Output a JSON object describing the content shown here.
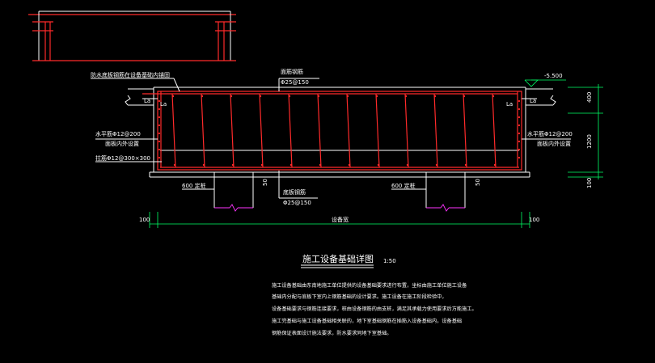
{
  "labels": {
    "waterproof_top": "防水底板钢筋在设备基础内锚固",
    "top_rebar_title": "面筋钢筋",
    "top_rebar_spec": "Φ25@150",
    "elevation": "-5.500",
    "la_left_outer": "La",
    "la_left_inner": "La",
    "la_right_outer": "La",
    "la_right_inner": "La",
    "horiz_rebar_left_1": "水平筋Φ12@200",
    "horiz_rebar_left_2": "面板内外设置",
    "horiz_rebar_right_1": "水平筋Φ12@200",
    "horiz_rebar_right_2": "面板内外设置",
    "stirrup_left": "拉筋Φ12@300×300",
    "pile_left": "600 定桩",
    "pile_right": "600 定桩",
    "bottom_rebar_title": "底板钢筋",
    "bottom_rebar_spec": "Φ25@150",
    "dim_left_100": "100",
    "dim_right_100": "100",
    "dim_width": "设备宽",
    "dim_50_left": "50",
    "dim_50_right": "50",
    "dim_400": "400",
    "dim_1200": "1200",
    "dim_100_v": "100",
    "drawing_title": "施工设备基础详图",
    "scale": "1:50"
  },
  "notes": [
    "施工设备基础由东南地施工单位提供的设备基础要求进行布置，坐标由施工单位施工设备",
    "基础内分配与底板下室内上钢筋基础的设计要求。施工设备在施工阶段检验中，",
    "设备基础要求与钢筋连接要求，桩由设备钢筋的由支桩，满足其承载力使用要求后方能施工。",
    "施工完基础与施工设备基础相关联的，地下室基础钢筋在插筋入设备基础内，设备基础",
    "钢筋保证表面设计施法要求，防水要求同地下室基础。"
  ],
  "colors": {
    "background": "#000000",
    "rebar": "#ff2a2a",
    "concrete_outline": "#ffffff",
    "dimension": "#00ff66",
    "pile": "#ff33ff",
    "leader": "#ffff66"
  }
}
